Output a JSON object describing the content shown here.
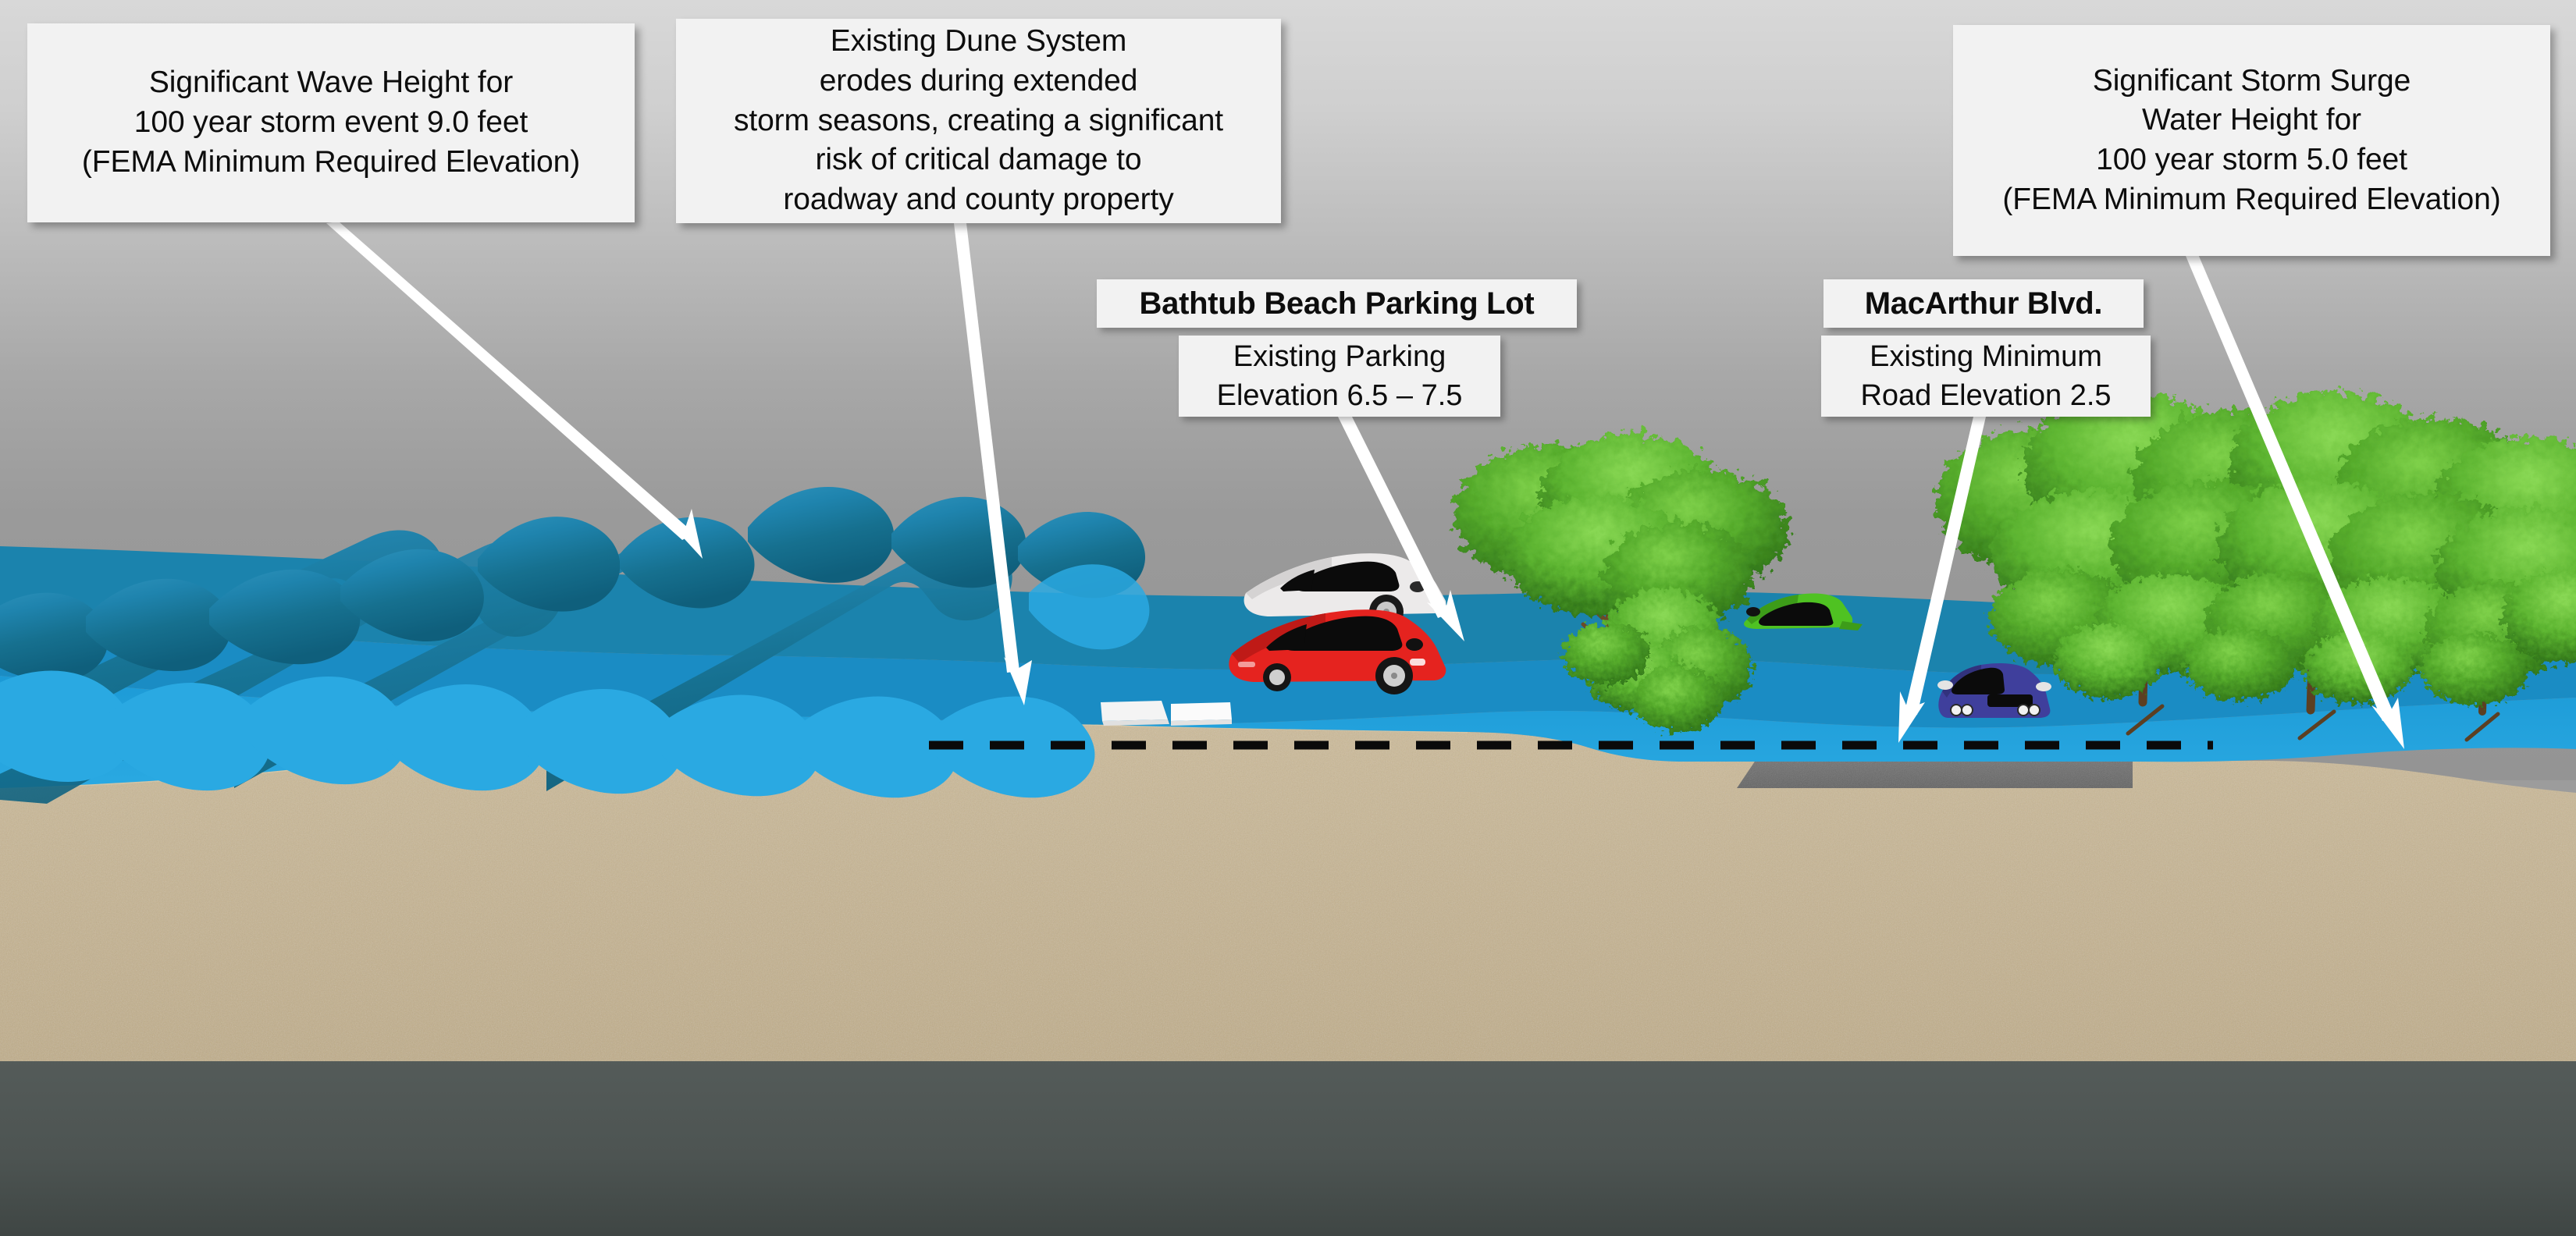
{
  "title": "Bathtub Beach / MacArthur Blvd. Coastal Storm Vulnerability Cross-Section",
  "callouts": {
    "wave_height": {
      "name": "Significant Wave Height",
      "lines": [
        "Significant Wave Height for",
        "100 year storm event 9.0 feet",
        "(FEMA Minimum Required Elevation)"
      ]
    },
    "dune_system": {
      "name": "Existing Dune System",
      "lines": [
        "Existing Dune System",
        "erodes during extended",
        "storm seasons, creating a significant",
        "risk of critical damage to",
        "roadway and county property"
      ]
    },
    "storm_surge": {
      "name": "Significant Storm Surge",
      "lines": [
        "Significant Storm Surge",
        "Water Height for",
        "100 year storm 5.0 feet",
        "(FEMA Minimum Required Elevation)"
      ]
    }
  },
  "tags": {
    "bathtub_beach": {
      "heading": "Bathtub Beach Parking Lot",
      "lines": [
        "Existing Parking",
        "Elevation 6.5 – 7.5"
      ]
    },
    "macarthur_blvd": {
      "heading": "MacArthur Blvd.",
      "lines": [
        "Existing Minimum",
        "Road Elevation 2.5"
      ]
    }
  },
  "elevations": {
    "wave_height_ft": 9.0,
    "storm_surge_ft": 5.0,
    "parking_elevation_min_ft": 6.5,
    "parking_elevation_max_ft": 7.5,
    "road_elevation_min_ft": 2.5,
    "units": "feet",
    "datum_note": "FEMA Minimum Required Elevation",
    "storm_return_period_years": 100
  },
  "scene_objects": {
    "vehicles": [
      {
        "label": "white-car",
        "color": "#e8e8e8",
        "state": "partially submerged"
      },
      {
        "label": "red-car",
        "color": "#e02020",
        "state": "partially submerged"
      },
      {
        "label": "green-car",
        "color": "#4fc222",
        "state": "nearly fully submerged"
      },
      {
        "label": "blue-car",
        "color": "#3f3f9c",
        "state": "submerged to window line"
      }
    ],
    "vegetation_label": "mangrove vegetation",
    "roadway_label": "MacArthur Blvd. asphalt roadway",
    "dune_label": "eroded dune / beach sand profile",
    "datum_line_label": "existing ground elevation datum (dashed)"
  },
  "colors": {
    "sky_top": "#d8d8d8",
    "sky_bottom": "#949494",
    "wave_dark": "#1b7da4",
    "wave_mid": "#1e88b2",
    "water_surface": "#189bd8",
    "water_light": "#2ba8e0",
    "sand": "#c9b794",
    "sand_dark": "#b9a684",
    "asphalt": "#6e6e6e",
    "substrate": "#4e5553",
    "callout_bg": "#f2f2f2",
    "arrow": "#ffffff",
    "vegetation": "#4f9e28"
  }
}
